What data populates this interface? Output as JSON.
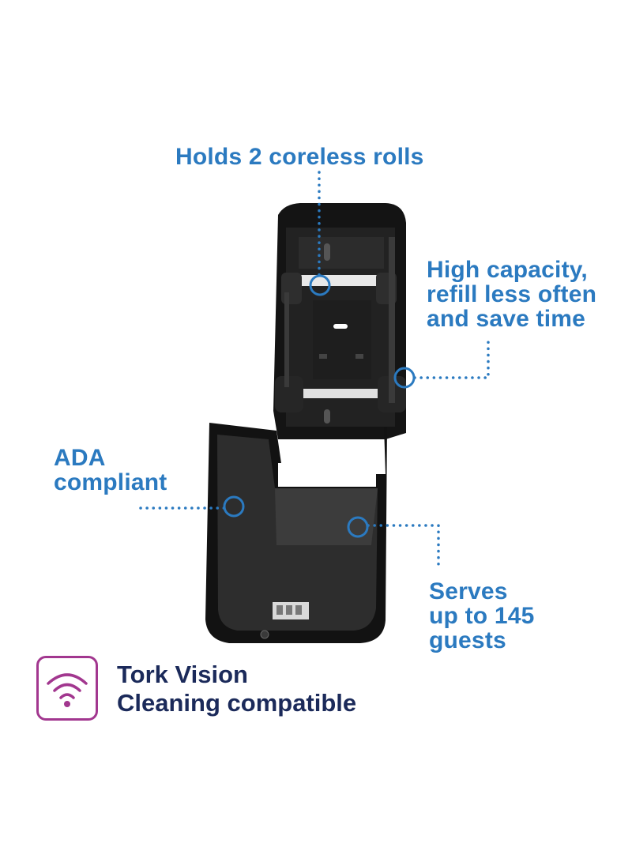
{
  "callouts": {
    "rolls": [
      "Holds 2 coreless rolls"
    ],
    "capacity": [
      "High capacity,",
      "refill less often",
      "and save time"
    ],
    "ada": [
      "ADA",
      "compliant"
    ],
    "guests": [
      "Serves",
      "up to 145",
      "guests"
    ]
  },
  "badge": {
    "lines": [
      "Tork Vision",
      "Cleaning compatible"
    ],
    "icon": "wifi-signal-icon"
  },
  "colors": {
    "callout": "#2b7ac0",
    "badge_text": "#1b2a5a",
    "badge_accent": "#a2378f",
    "dispenser": "#1a1a1a"
  }
}
